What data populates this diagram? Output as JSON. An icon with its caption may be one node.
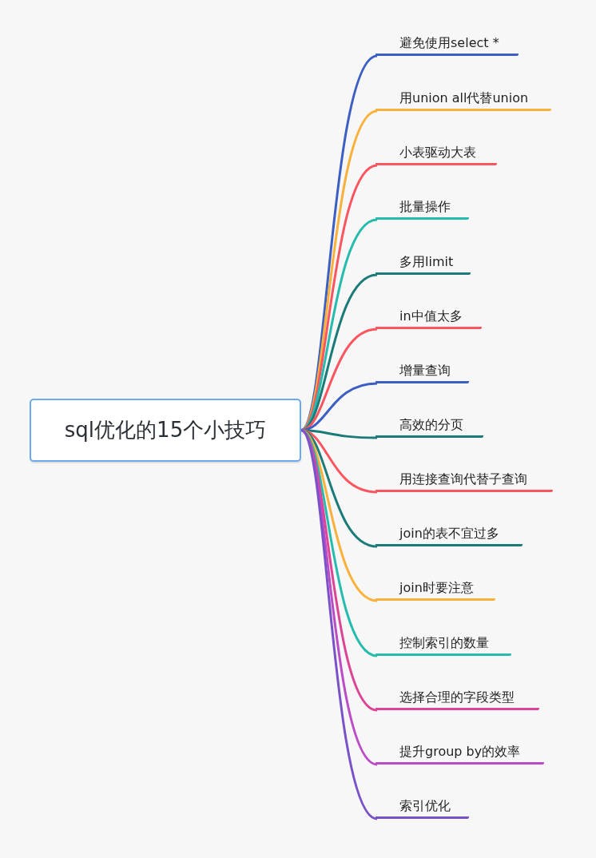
{
  "diagram": {
    "nodes": [
      {
        "text": [
          "sql优化的15个小技巧"
        ]
      },
      {
        "text": [
          "避免使用select *"
        ]
      },
      {
        "text": [
          "用union all代替union"
        ]
      },
      {
        "text": [
          "小表驱动大表"
        ]
      },
      {
        "text": [
          "批量操作"
        ]
      },
      {
        "text": [
          "多用limit"
        ]
      },
      {
        "text": [
          "in中值太多"
        ]
      },
      {
        "text": [
          "增量查询"
        ]
      },
      {
        "text": [
          "高效的分页"
        ]
      },
      {
        "text": [
          "用连接查询代替子查询"
        ]
      },
      {
        "text": [
          "join的表不宜过多"
        ]
      },
      {
        "text": [
          "join时要注意"
        ]
      },
      {
        "text": [
          "控制索引的数量"
        ]
      },
      {
        "text": [
          "选择合理的字段类型"
        ]
      },
      {
        "text": [
          "提升group by的效率"
        ]
      },
      {
        "text": [
          "索引优化"
        ]
      }
    ],
    "edges": [
      {
        "from": 0,
        "to": 1,
        "arrow": "none",
        "color": "#3d5fc4"
      },
      {
        "from": 0,
        "to": 2,
        "arrow": "none",
        "color": "#f9b13b"
      },
      {
        "from": 0,
        "to": 3,
        "arrow": "none",
        "color": "#fb5560"
      },
      {
        "from": 0,
        "to": 4,
        "arrow": "none",
        "color": "#26bcad"
      },
      {
        "from": 0,
        "to": 5,
        "arrow": "none",
        "color": "#1b7b78"
      },
      {
        "from": 0,
        "to": 6,
        "arrow": "none",
        "color": "#fb5560"
      },
      {
        "from": 0,
        "to": 7,
        "arrow": "none",
        "color": "#3d5fc4"
      },
      {
        "from": 0,
        "to": 8,
        "arrow": "none",
        "color": "#1b7b78"
      },
      {
        "from": 0,
        "to": 9,
        "arrow": "none",
        "color": "#fb5560"
      },
      {
        "from": 0,
        "to": 10,
        "arrow": "none",
        "color": "#1b7b78"
      },
      {
        "from": 0,
        "to": 11,
        "arrow": "none",
        "color": "#f9b13b"
      },
      {
        "from": 0,
        "to": 12,
        "arrow": "none",
        "color": "#26bcad"
      },
      {
        "from": 0,
        "to": 13,
        "arrow": "none",
        "color": "#dc4596"
      },
      {
        "from": 0,
        "to": 14,
        "arrow": "none",
        "color": "#bb4cc6"
      },
      {
        "from": 0,
        "to": 15,
        "arrow": "none",
        "color": "#7a52c8"
      }
    ]
  }
}
